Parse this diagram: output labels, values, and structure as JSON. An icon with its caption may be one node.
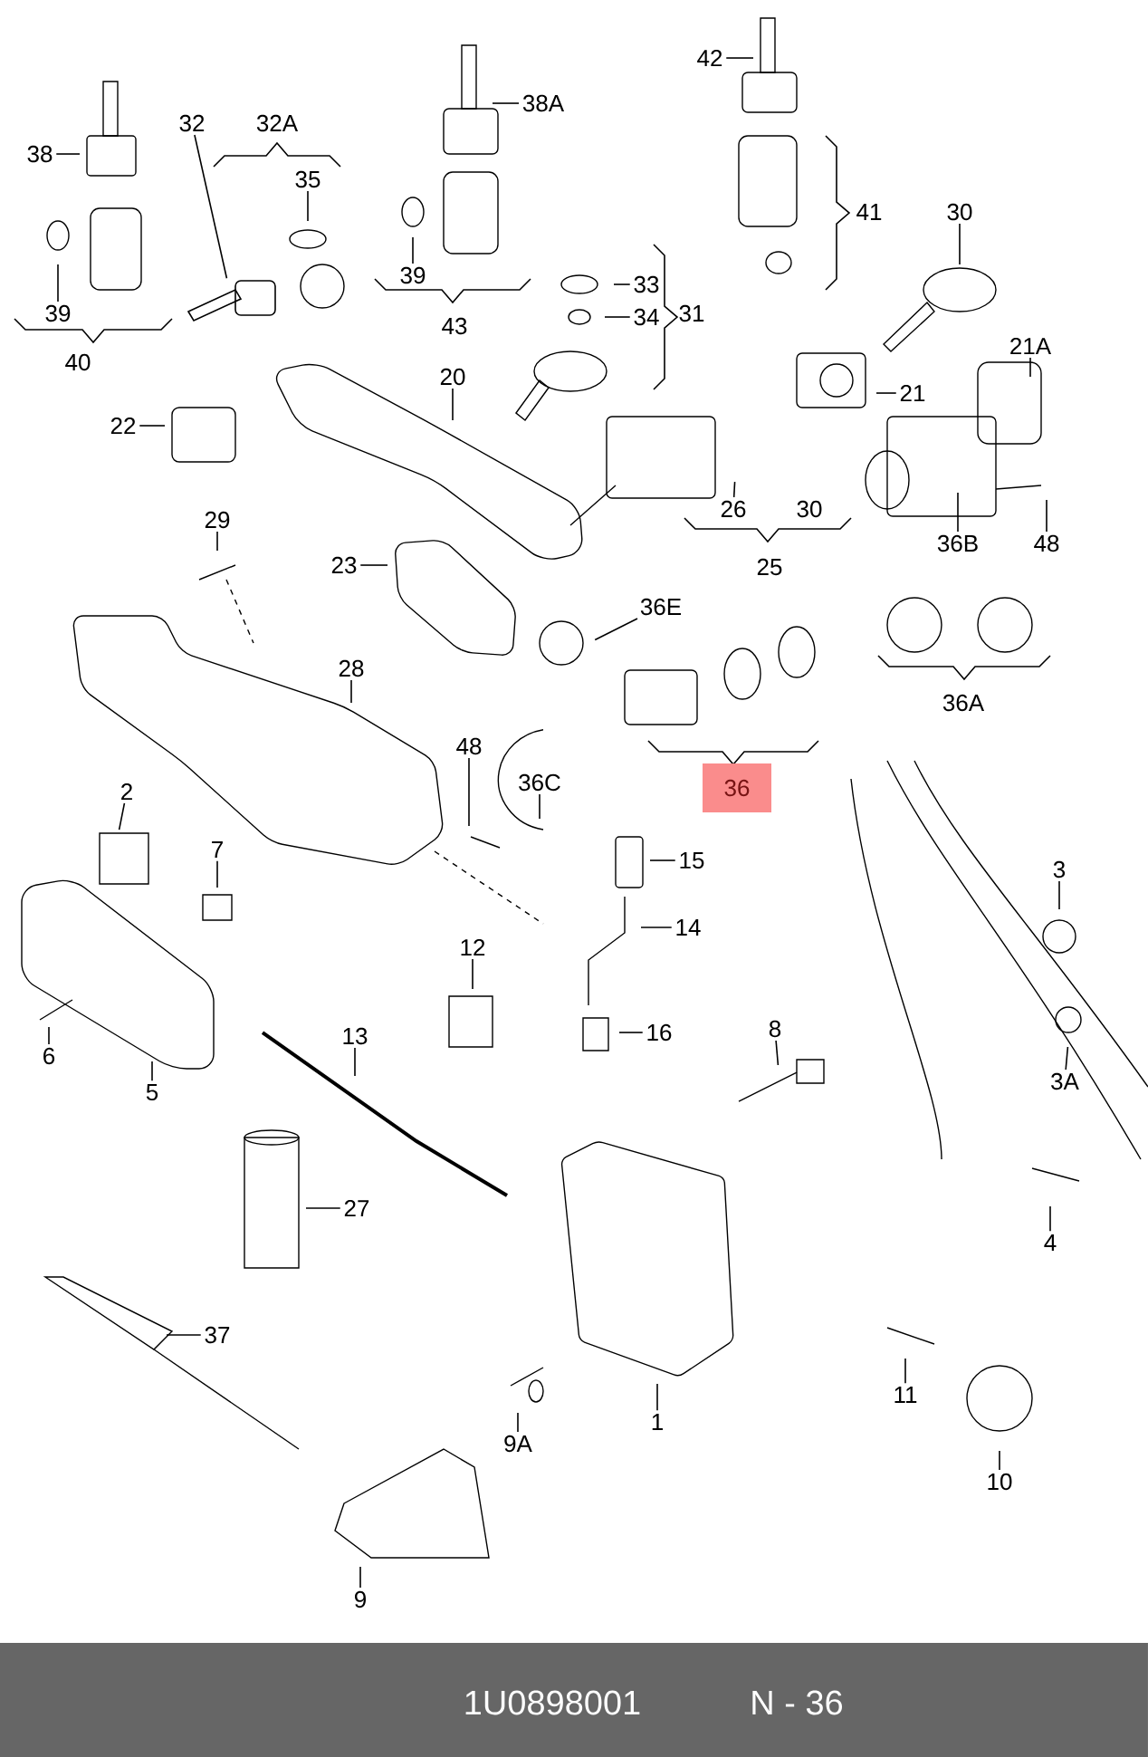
{
  "diagram": {
    "nodes": [
      {
        "text": [
          "42"
        ]
      },
      {
        "text": [
          "38A"
        ]
      },
      {
        "text": [
          "32"
        ]
      },
      {
        "text": [
          "38"
        ]
      },
      {
        "text": [
          "35"
        ]
      },
      {
        "text": [
          "30"
        ]
      },
      {
        "text": [
          "39"
        ]
      },
      {
        "text": [
          "33"
        ]
      },
      {
        "text": [
          "39"
        ]
      },
      {
        "text": [
          "34"
        ]
      },
      {
        "text": [
          "21A"
        ]
      },
      {
        "text": [
          "20"
        ]
      },
      {
        "text": [
          "21"
        ]
      },
      {
        "text": [
          "22"
        ]
      },
      {
        "text": [
          "26"
        ]
      },
      {
        "text": [
          "29"
        ]
      },
      {
        "text": [
          "36B"
        ]
      },
      {
        "text": [
          "48"
        ]
      },
      {
        "text": [
          "23"
        ]
      },
      {
        "text": [
          "36E"
        ]
      },
      {
        "text": [
          "28"
        ]
      },
      {
        "text": [
          "48"
        ]
      },
      {
        "text": [
          "36C"
        ]
      },
      {
        "text": [
          "2"
        ]
      },
      {
        "text": [
          "7"
        ]
      },
      {
        "text": [
          "15"
        ]
      },
      {
        "text": [
          "3"
        ]
      },
      {
        "text": [
          "14"
        ]
      },
      {
        "text": [
          "12"
        ]
      },
      {
        "text": [
          "8"
        ]
      },
      {
        "text": [
          "16"
        ]
      },
      {
        "text": [
          "13"
        ]
      },
      {
        "text": [
          "6"
        ]
      },
      {
        "text": [
          "3A"
        ]
      },
      {
        "text": [
          "5"
        ]
      },
      {
        "text": [
          "27"
        ]
      },
      {
        "text": [
          "4"
        ]
      },
      {
        "text": [
          "37"
        ]
      },
      {
        "text": [
          "11"
        ]
      },
      {
        "text": [
          "1"
        ]
      },
      {
        "text": [
          "9A"
        ]
      },
      {
        "text": [
          "10"
        ]
      },
      {
        "text": [
          "9"
        ]
      },
      {
        "text": [],
        "shape": "picture"
      }
    ],
    "edges": [
      {
        "from": 0,
        "to": null,
        "arrow": "none"
      },
      {
        "from": 1,
        "to": null,
        "arrow": "none"
      },
      {
        "from": 2,
        "to": 43,
        "arrow": "none"
      },
      {
        "from": 3,
        "to": null,
        "arrow": "none"
      },
      {
        "from": 4,
        "to": null,
        "arrow": "none"
      },
      {
        "from": 5,
        "to": null,
        "arrow": "none"
      },
      {
        "from": 6,
        "to": null,
        "arrow": "none"
      },
      {
        "from": 7,
        "to": null,
        "arrow": "none"
      },
      {
        "from": 8,
        "to": null,
        "arrow": "none"
      },
      {
        "from": 9,
        "to": null,
        "arrow": "none"
      },
      {
        "from": 10,
        "to": null,
        "arrow": "none"
      },
      {
        "from": 11,
        "to": null,
        "arrow": "none"
      },
      {
        "from": 12,
        "to": null,
        "arrow": "none"
      },
      {
        "from": 13,
        "to": null,
        "arrow": "none"
      },
      {
        "from": 14,
        "to": null,
        "arrow": "none"
      },
      {
        "from": 15,
        "to": null,
        "arrow": "none"
      },
      {
        "from": 16,
        "to": null,
        "arrow": "none"
      },
      {
        "from": 17,
        "to": null,
        "arrow": "none"
      },
      {
        "from": 18,
        "to": null,
        "arrow": "none"
      },
      {
        "from": 19,
        "to": null,
        "arrow": "none"
      },
      {
        "from": 20,
        "to": null,
        "arrow": "none"
      },
      {
        "from": 21,
        "to": null,
        "arrow": "none"
      },
      {
        "from": 22,
        "to": null,
        "arrow": "none"
      },
      {
        "from": 23,
        "to": null,
        "arrow": "none"
      },
      {
        "from": 24,
        "to": null,
        "arrow": "none"
      },
      {
        "from": 25,
        "to": null,
        "arrow": "none"
      },
      {
        "from": 26,
        "to": null,
        "arrow": "none"
      },
      {
        "from": 27,
        "to": null,
        "arrow": "none"
      },
      {
        "from": 28,
        "to": null,
        "arrow": "none"
      },
      {
        "from": 29,
        "to": null,
        "arrow": "none"
      },
      {
        "from": 30,
        "to": null,
        "arrow": "none"
      },
      {
        "from": 31,
        "to": null,
        "arrow": "none"
      },
      {
        "from": 32,
        "to": null,
        "arrow": "none"
      },
      {
        "from": 33,
        "to": null,
        "arrow": "none"
      },
      {
        "from": 34,
        "to": null,
        "arrow": "none"
      },
      {
        "from": 35,
        "to": null,
        "arrow": "none"
      },
      {
        "from": 36,
        "to": null,
        "arrow": "none"
      },
      {
        "from": 37,
        "to": null,
        "arrow": "none"
      },
      {
        "from": 38,
        "to": null,
        "arrow": "none"
      },
      {
        "from": 39,
        "to": null,
        "arrow": "none"
      },
      {
        "from": 40,
        "to": null,
        "arrow": "none"
      },
      {
        "from": 41,
        "to": null,
        "arrow": "none"
      },
      {
        "from": 42,
        "to": null,
        "arrow": "none"
      }
    ],
    "labels": [
      "32A",
      "41",
      "31",
      "43",
      "40",
      "30",
      "25",
      "36A",
      "36",
      "1U0898001",
      "N - 36"
    ]
  }
}
